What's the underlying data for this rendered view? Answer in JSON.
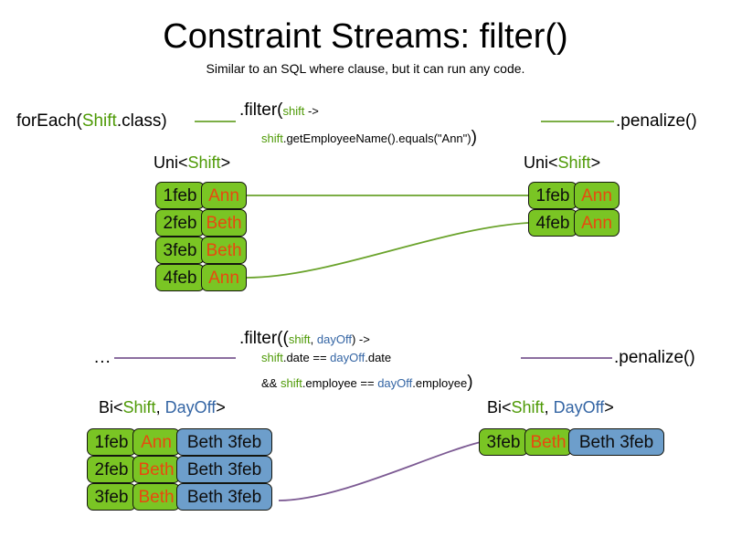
{
  "slide": {
    "title": "Constraint Streams: filter()",
    "subtitle": "Similar to an SQL where clause, but it can run any code."
  },
  "colors": {
    "identifier_green": "#4e9a06",
    "identifier_blue": "#3465a4",
    "fact_green": "#7ac524",
    "fact_blue": "#6d9ecb",
    "name_orange": "#e8490f",
    "line_green": "#6aa32b",
    "line_purple": "#7c5a93"
  },
  "uni_section": {
    "source": {
      "prefix": "forEach(",
      "type": "Shift",
      "suffix": ".class)"
    },
    "filter": {
      "line1_prefix": ".filter(",
      "line1_param": "shift",
      "line1_suffix": " ->",
      "line2_param": "shift",
      "line2_body": ".getEmployeeName().equals(\"Ann\")",
      "line2_close": ")"
    },
    "penalize": ".penalize()",
    "input_label": {
      "prefix": "Uni<",
      "type": "Shift",
      "suffix": ">"
    },
    "output_label": {
      "prefix": "Uni<",
      "type": "Shift",
      "suffix": ">"
    },
    "input_facts": [
      {
        "date": "1feb",
        "name": "Ann"
      },
      {
        "date": "2feb",
        "name": "Beth"
      },
      {
        "date": "3feb",
        "name": "Beth"
      },
      {
        "date": "4feb",
        "name": "Ann"
      }
    ],
    "output_facts": [
      {
        "date": "1feb",
        "name": "Ann"
      },
      {
        "date": "4feb",
        "name": "Ann"
      }
    ]
  },
  "bi_section": {
    "source": "...",
    "filter": {
      "line1_prefix": ".filter((",
      "line1_param_a": "shift",
      "line1_comma": ", ",
      "line1_param_b": "dayOff",
      "line1_suffix": ") ->",
      "line2_a": "shift",
      "line2_mid": ".date == ",
      "line2_b": "dayOff",
      "line2_end": ".date",
      "line3_pre": "&& ",
      "line3_a": "shift",
      "line3_mid": ".employee == ",
      "line3_b": "dayOff",
      "line3_end": ".employee",
      "line3_close": ")"
    },
    "penalize": ".penalize()",
    "input_label": {
      "prefix": "Bi<",
      "type_a": "Shift",
      "comma": ", ",
      "type_b": "DayOff",
      "suffix": ">"
    },
    "output_label": {
      "prefix": "Bi<",
      "type_a": "Shift",
      "comma": ", ",
      "type_b": "DayOff",
      "suffix": ">"
    },
    "input_facts": [
      {
        "date": "1feb",
        "name": "Ann",
        "dayoff": "Beth 3feb"
      },
      {
        "date": "2feb",
        "name": "Beth",
        "dayoff": "Beth 3feb"
      },
      {
        "date": "3feb",
        "name": "Beth",
        "dayoff": "Beth 3feb"
      }
    ],
    "output_facts": [
      {
        "date": "3feb",
        "name": "Beth",
        "dayoff": "Beth 3feb"
      }
    ]
  }
}
